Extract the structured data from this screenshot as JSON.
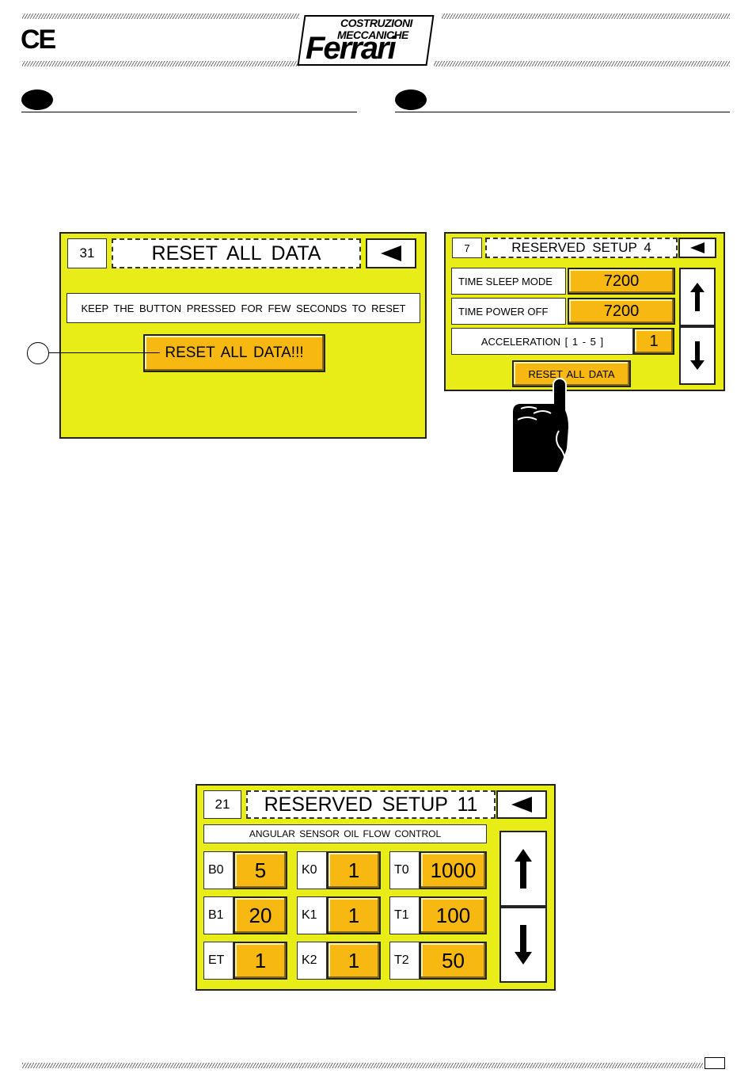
{
  "header": {
    "ce_mark": "CE",
    "logo_line1": "COSTRUZIONI",
    "logo_line2": "MECCANICHE",
    "logo_brand": "Ferrari"
  },
  "screen_left": {
    "page_number": "31",
    "title": "RESET ALL DATA",
    "instruction": "KEEP THE BUTTON PRESSED FOR FEW SECONDS TO RESET",
    "reset_button": "RESET ALL DATA!!!"
  },
  "screen_right": {
    "page_number": "7",
    "title": "RESERVED SETUP 4",
    "rows": [
      {
        "label": "TIME SLEEP MODE",
        "value": "7200"
      },
      {
        "label": "TIME POWER OFF",
        "value": "7200"
      },
      {
        "label": "ACCELERATION [ 1 - 5 ]",
        "value": "1"
      }
    ],
    "reset_button": "RESET ALL DATA"
  },
  "screen_bottom": {
    "page_number": "21",
    "title": "RESERVED SETUP 11",
    "subtitle": "ANGULAR SENSOR OIL FLOW CONTROL",
    "params": [
      {
        "label": "B0",
        "value": "5"
      },
      {
        "label": "K0",
        "value": "1"
      },
      {
        "label": "T0",
        "value": "1000"
      },
      {
        "label": "B1",
        "value": "20"
      },
      {
        "label": "K1",
        "value": "1"
      },
      {
        "label": "T1",
        "value": "100"
      },
      {
        "label": "ET",
        "value": "1"
      },
      {
        "label": "K2",
        "value": "1"
      },
      {
        "label": "T2",
        "value": "50"
      }
    ]
  },
  "colors": {
    "panel_background": "#e8ec17",
    "button_orange": "#f8b812"
  }
}
